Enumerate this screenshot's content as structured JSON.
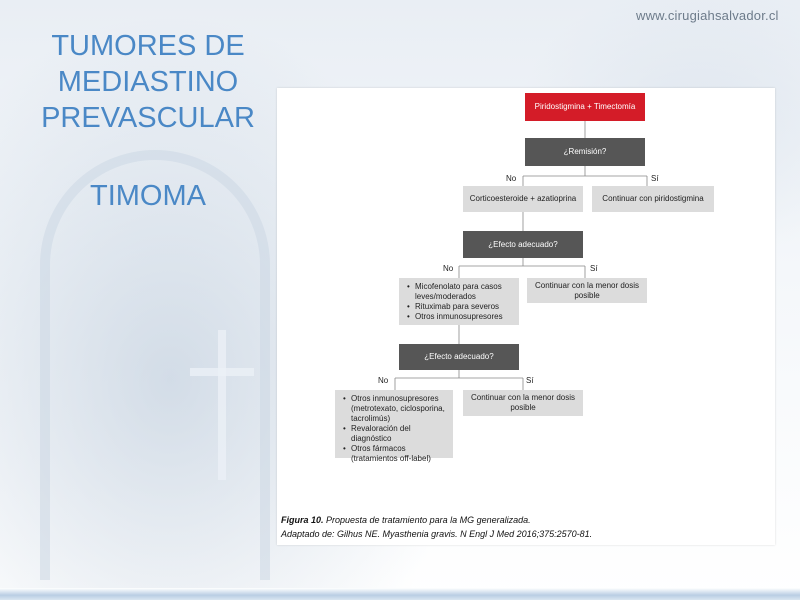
{
  "header": {
    "site_url": "www.cirugiahsalvador.cl"
  },
  "slide": {
    "title_lines": [
      "TUMORES DE",
      "MEDIASTINO",
      "PREVASCULAR"
    ],
    "subtitle": "TIMOMA"
  },
  "flowchart": {
    "nodes": {
      "start": "Piridostigmina + Timectomía",
      "q1": "¿Remisión?",
      "no1": "Corticoesteroide + azatioprina",
      "si1": "Continuar con piridostigmina",
      "q2": "¿Efecto adecuado?",
      "no2_items": [
        "Micofenolato para casos leves/moderados",
        "Rituximab para severos",
        "Otros inmunosupresores"
      ],
      "si2": "Continuar con la menor dosis posible",
      "q3": "¿Efecto adecuado?",
      "no3_items": [
        "Otros inmunosupresores (metrotexato, ciclosporina, tacrolimús)",
        "Revaloración del diagnóstico",
        "Otros fármacos (tratamientos off-label)"
      ],
      "si3": "Continuar con la menor dosis posible"
    },
    "edge_labels": {
      "no": "No",
      "si": "Sí"
    }
  },
  "caption": {
    "figure_label": "Figura 10.",
    "figure_text": " Propuesta de tratamiento para la MG generalizada.",
    "source": "Adaptado de: Gilhus NE. Myasthenia gravis. N Engl J Med 2016;375:2570-81."
  },
  "colors": {
    "title_blue": "#4a88c6",
    "start_red": "#d41c28",
    "decision_dark": "#565656",
    "box_grey": "#dcdcdc"
  }
}
